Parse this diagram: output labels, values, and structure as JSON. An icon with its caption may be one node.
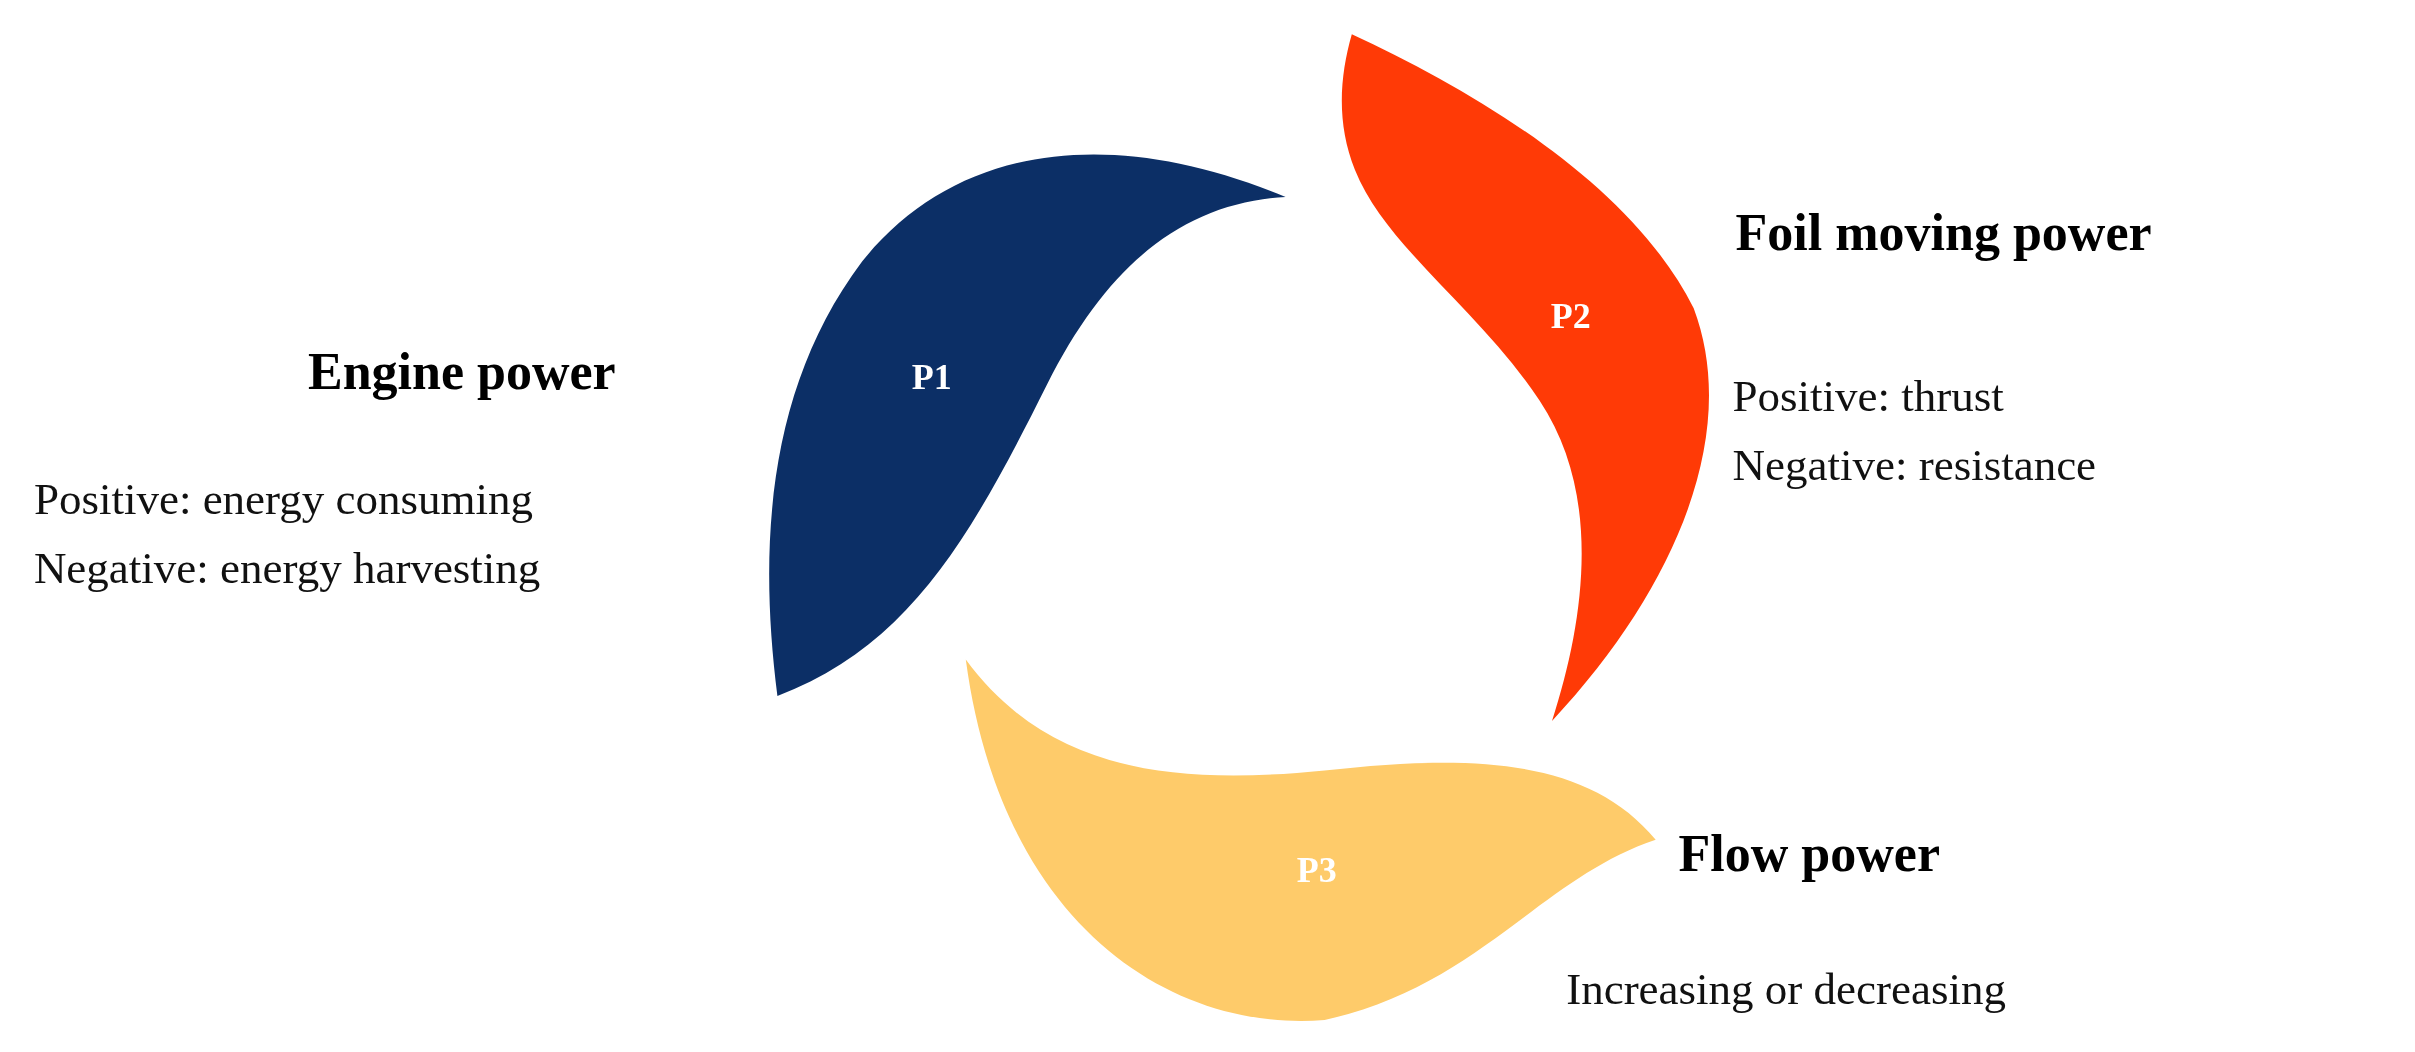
{
  "diagram": {
    "nodes": [
      {
        "text": [
          "P1"
        ],
        "beside": [
          "Engine power",
          "Positive: energy consuming",
          "Negative: energy harvesting"
        ]
      },
      {
        "text": [
          "P2"
        ],
        "beside": [
          "Foil moving power",
          "Positive: thrust",
          "Negative: resistance"
        ]
      },
      {
        "text": [
          "P3"
        ],
        "beside": [
          "Flow power",
          "Increasing or decreasing"
        ]
      }
    ]
  }
}
